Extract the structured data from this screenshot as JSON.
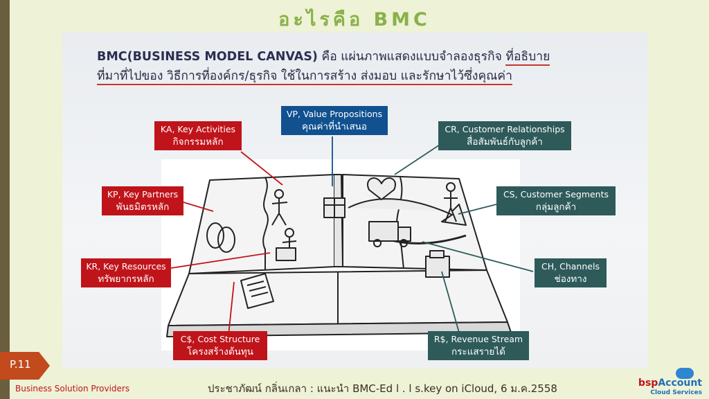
{
  "slide": {
    "title": "อะไรคือ BMC",
    "headline_bold": "BMC(BUSINESS MODEL CANVAS)",
    "headline_line1": " คือ แผ่นภาพแสดงแบบจำลองธุรกิจ ",
    "headline_line1_ul": "ที่อธิบาย",
    "headline_line2": "ที่มาที่ไปของ วิธีการที่องค์กร/ธุรกิจ ใช้ในการสร้าง ส่งมอบ และรักษาไว้ซึ่งคุณค่า"
  },
  "labels": {
    "vp": {
      "en": "VP, Value Propositions",
      "th": "คุณค่าที่นำเสนอ"
    },
    "ka": {
      "en": "KA, Key Activities",
      "th": "กิจกรรมหลัก"
    },
    "cr": {
      "en": "CR, Customer Relationships",
      "th": "สื่อสัมพันธ์กับลูกค้า"
    },
    "kp": {
      "en": "KP, Key Partners",
      "th": "พันธมิตรหลัก"
    },
    "cs": {
      "en": "CS, Customer Segments",
      "th": "กลุ่มลูกค้า"
    },
    "kr": {
      "en": "KR, Key Resources",
      "th": "ทรัพยากรหลัก"
    },
    "ch": {
      "en": "CH, Channels",
      "th": "ช่องทาง"
    },
    "c$": {
      "en": "C$, Cost Structure",
      "th": "โครงสร้างต้นทุน"
    },
    "r$": {
      "en": "R$, Revenue Stream",
      "th": "กระแสรายได้"
    }
  },
  "footer": {
    "page": "P.11",
    "left": "Business Solution Providers",
    "center": "ประชาภัฒน์ กลิ่นเกลา : แนะนำ BMC-Ed l . l s.key on iCloud, 6 ม.ค.2558",
    "logo_a": "bsp",
    "logo_b": "Account",
    "logo_sub": "Cloud Services"
  },
  "colors": {
    "red_label": "#c0141b",
    "blue_label": "#11518f",
    "teal_label": "#2e5a5a",
    "title_green": "#8ab14a",
    "page_tag": "#c24a1d"
  }
}
